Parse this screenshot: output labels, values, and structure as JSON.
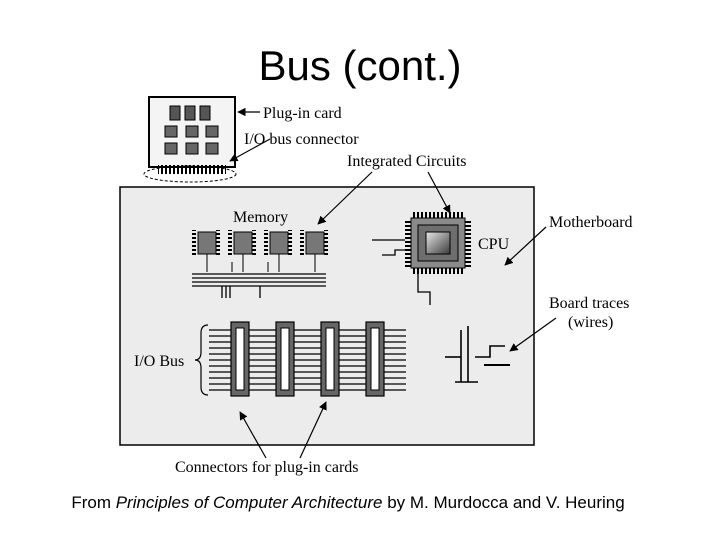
{
  "slide": {
    "title": "Bus (cont.)"
  },
  "diagram": {
    "labels": {
      "plug_in_card": "Plug-in card",
      "io_bus_connector": "I/O bus connector",
      "integrated_circuits": "Integrated Circuits",
      "memory": "Memory",
      "cpu": "CPU",
      "motherboard": "Motherboard",
      "board_traces_line1": "Board traces",
      "board_traces_line2": "(wires)",
      "io_bus": "I/O Bus",
      "connectors": "Connectors for plug-in cards"
    }
  },
  "caption": {
    "prefix": "From ",
    "book": "Principles of Computer Architecture",
    "suffix": " by M. Murdocca and V. Heuring"
  }
}
